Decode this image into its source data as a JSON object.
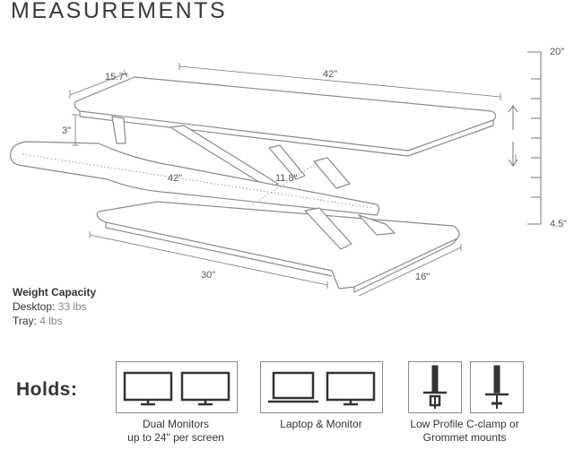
{
  "title": "MEASUREMENTS",
  "dimensions": {
    "depth_top": "15.7\"",
    "width_top": "42\"",
    "lift_min": "3\"",
    "tray_width": "42\"",
    "tray_depth": "11.8\"",
    "base_width": "30\"",
    "base_depth": "16\"",
    "height_max": "20\"",
    "height_min": "4.5\""
  },
  "capacity": {
    "heading": "Weight Capacity",
    "desktop_label": "Desktop:",
    "desktop_value": "33 lbs",
    "tray_label": "Tray:",
    "tray_value": "4 lbs"
  },
  "holds": {
    "label": "Holds:",
    "options": [
      {
        "line1": "Dual Monitors",
        "line2": "up to 24\" per screen",
        "icons": [
          "monitor-icon",
          "monitor-icon"
        ]
      },
      {
        "line1": "Laptop & Monitor",
        "line2": "",
        "icons": [
          "laptop-icon",
          "monitor-icon"
        ]
      },
      {
        "line1": "Low Profile C-clamp or",
        "line2": "Grommet mounts",
        "icons": [
          "c-clamp-icon",
          "grommet-mount-icon"
        ]
      }
    ]
  },
  "colors": {
    "line": "#777777",
    "dotted": "#999999",
    "text": "#333333",
    "desk": "#ffffff"
  }
}
